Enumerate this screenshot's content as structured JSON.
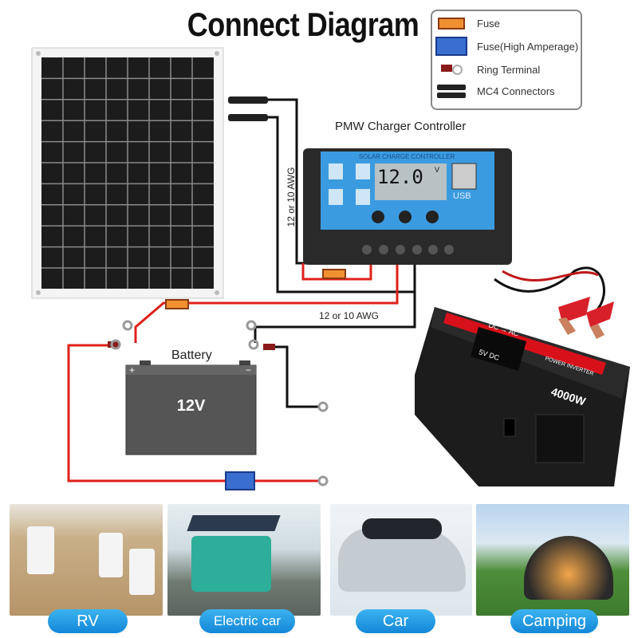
{
  "title": "Connect Diagram",
  "legend": {
    "items": [
      {
        "label": "Fuse",
        "icon": "fuse-icon",
        "color": "#e8862a"
      },
      {
        "label": "Fuse(High Amperage)",
        "icon": "high-amperage-fuse-icon",
        "color": "#3a6fd0"
      },
      {
        "label": "Ring Terminal",
        "icon": "ring-terminal-icon",
        "color": "#8a1a1a"
      },
      {
        "label": "MC4 Connectors",
        "icon": "mc4-connector-icon",
        "color": "#222222"
      }
    ]
  },
  "controller": {
    "title": "PMW Charger Controller",
    "panel_text": "SOLAR CHARGE CONTROLLER",
    "display": "12.0",
    "display_unit": "V",
    "usb_label": "USB",
    "color": "#3b9be0"
  },
  "wire_labels": {
    "vertical": "12 or 10 AWG",
    "horizontal": "12 or 10 AWG"
  },
  "battery": {
    "label": "Battery",
    "voltage": "12V"
  },
  "inverter": {
    "power": "4000W",
    "brand_text": "POWER INVERTER",
    "mode": "DC → AC",
    "usb": "5V DC",
    "accent": "#d8101a"
  },
  "applications": [
    {
      "label": "RV"
    },
    {
      "label": "Electric car"
    },
    {
      "label": "Car"
    },
    {
      "label": "Camping"
    }
  ],
  "colors": {
    "positive_wire": "#e0201a",
    "negative_wire": "#111111",
    "label_pill": "#1e95e0"
  }
}
